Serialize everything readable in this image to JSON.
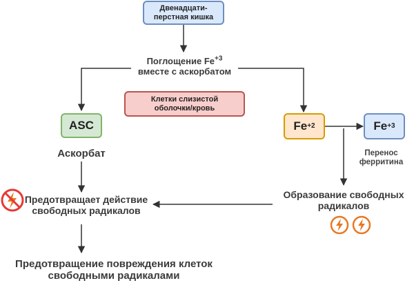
{
  "nodes": {
    "duodenum": "Двенадцати-\nперстная кишка",
    "uptake_line1": "Поглощение Fe",
    "uptake_sup": "+3",
    "uptake_line2": "вместе с аскорбатом",
    "mucosa": "Клетки слизистой\nоболочки/кровь",
    "asc": "ASC",
    "ascorbate": "Аскорбат",
    "fe2": "Fe",
    "fe2_sup": "+2",
    "fe3": "Fe",
    "fe3_sup": "+3",
    "ferritin": "Перенос\nферритина",
    "free_radicals": "Образование свободных\nрадикалов",
    "prevents_action": "Предотвращает действие\nсвободных радикалов",
    "prevents_damage": "Предотвращение повреждения клеток\nсвободными радикалами"
  },
  "icons": {
    "lightning": "lightning-bolt-icon",
    "no_lightning": "no-lightning-icon"
  },
  "colors": {
    "blue_fill": "#dae8fc",
    "blue_border": "#6c8ebf",
    "green_fill": "#d5e8d4",
    "green_border": "#82b366",
    "orange_fill": "#ffe6cc",
    "orange_border": "#d79b00",
    "red_fill": "#f8cecc",
    "red_border": "#b85450",
    "arrow": "#333333",
    "lightning": "#e87722",
    "ban": "#e53935"
  }
}
